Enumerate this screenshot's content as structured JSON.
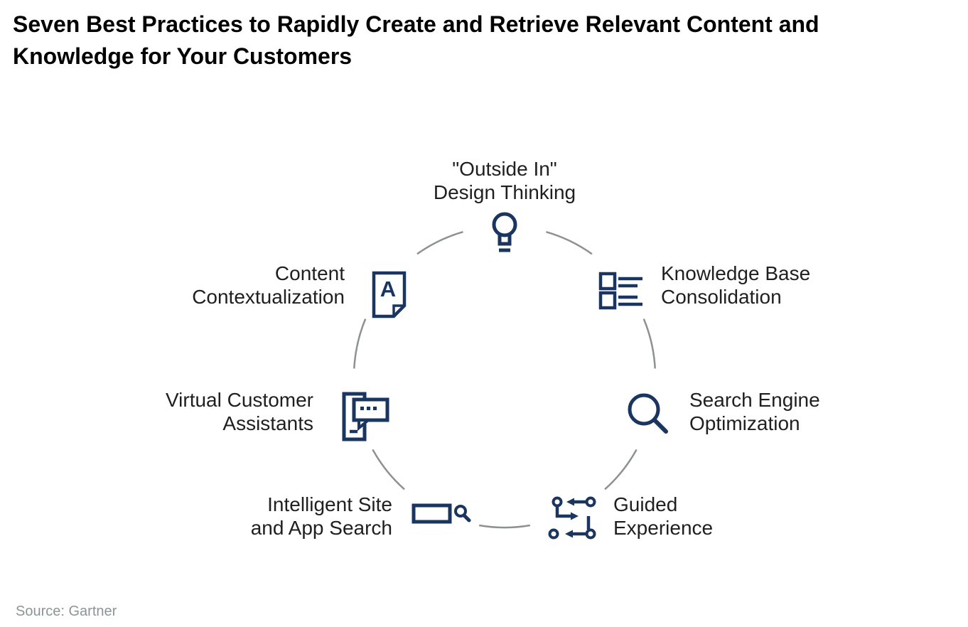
{
  "title": {
    "line1": "Seven Best Practices to Rapidly Create and Retrieve Relevant Content and",
    "line2": "Knowledge for Your Customers"
  },
  "source": {
    "text": "Source: Gartner"
  },
  "colors": {
    "icon_navy": "#1a3560",
    "arc_gray": "#8e9191",
    "title_black": "#000000",
    "label_dark": "#1f1f1f",
    "source_gray": "#8b9596",
    "page_bg": "#ffffff"
  },
  "diagram": {
    "shape": "circle-of-seven-practices",
    "items": [
      {
        "id": "outside-in-design-thinking",
        "label_line1": "\"Outside In\"",
        "label_line2": "Design Thinking",
        "icon": "lightbulb-icon",
        "position": "top"
      },
      {
        "id": "knowledge-base-consolidation",
        "label_line1": "Knowledge Base",
        "label_line2": "Consolidation",
        "icon": "bulleted-list-icon",
        "position": "upper-right"
      },
      {
        "id": "search-engine-optimization",
        "label_line1": "Search Engine",
        "label_line2": "Optimization",
        "icon": "magnifier-icon",
        "position": "right"
      },
      {
        "id": "guided-experience",
        "label_line1": "Guided",
        "label_line2": "Experience",
        "icon": "flow-arrows-icon",
        "position": "lower-right"
      },
      {
        "id": "intelligent-site-and-app-search",
        "label_line1": "Intelligent Site",
        "label_line2": "and App Search",
        "icon": "search-box-icon",
        "position": "lower-left"
      },
      {
        "id": "virtual-customer-assistants",
        "label_line1": "Virtual Customer",
        "label_line2": "Assistants",
        "icon": "chat-device-icon",
        "position": "left"
      },
      {
        "id": "content-contextualization",
        "label_line1": "Content",
        "label_line2": "Contextualization",
        "icon": "document-a-icon",
        "position": "upper-left",
        "letter": "A"
      }
    ]
  }
}
